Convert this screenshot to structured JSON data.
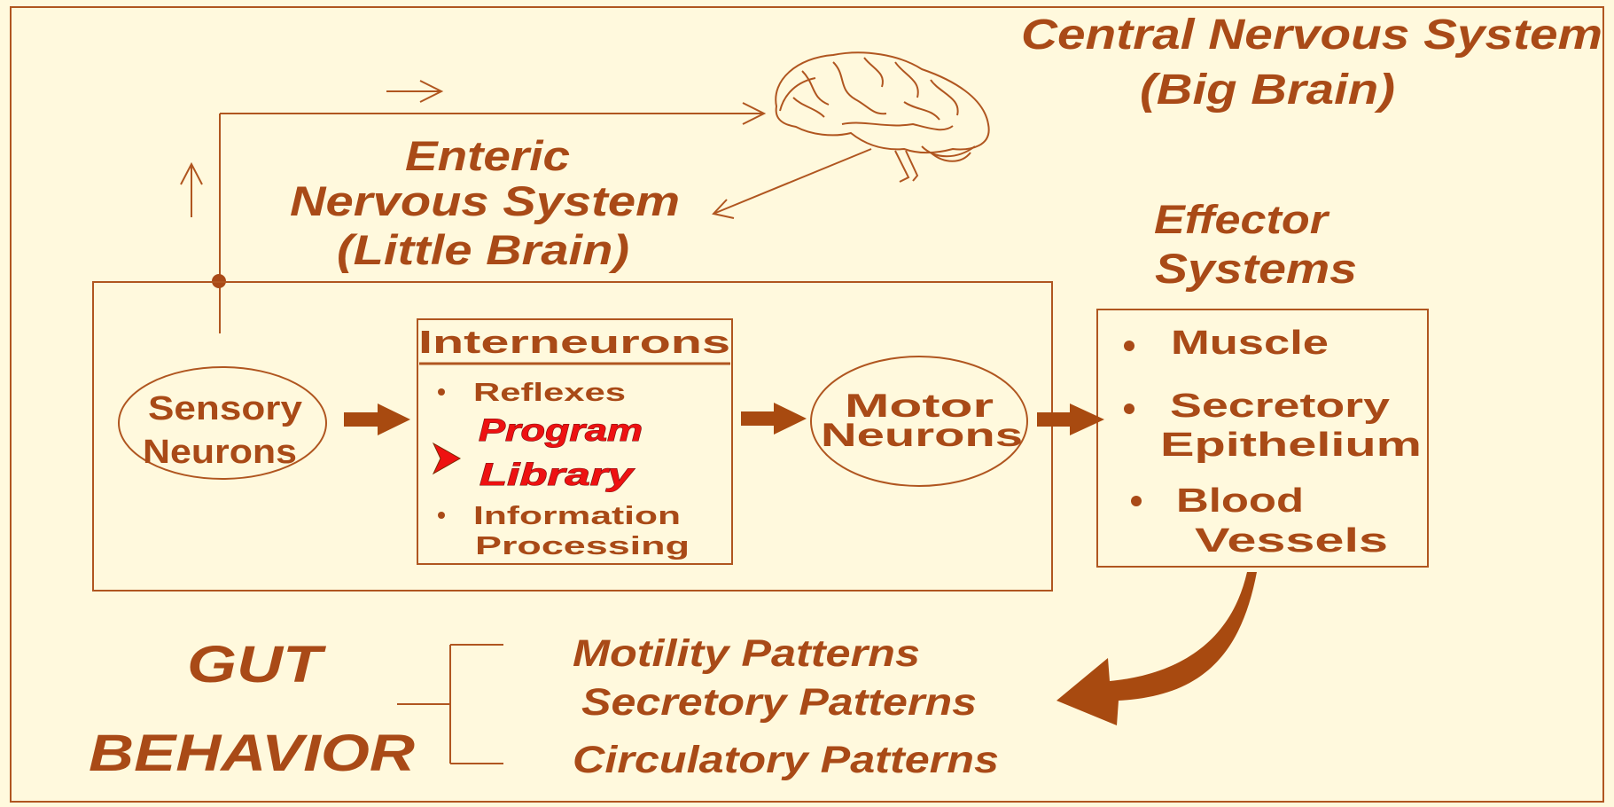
{
  "colors": {
    "background": "#fff9dd",
    "ink": "#a94a17",
    "line": "#b05620",
    "highlight": "#ee1111",
    "arrow": "#a84a10"
  },
  "cns": {
    "line1": "Central Nervous System",
    "line2": "(Big Brain)",
    "icon": "brain-icon"
  },
  "ens": {
    "line1": "Enteric",
    "line2": "Nervous System",
    "line3": "(Little Brain)"
  },
  "effector": {
    "title1": "Effector",
    "title2": "Systems",
    "items": [
      {
        "line1": "Muscle"
      },
      {
        "line1": "Secretory",
        "line2": "Epithelium"
      },
      {
        "line1": "Blood",
        "line2": "Vessels"
      }
    ]
  },
  "sensory": {
    "line1": "Sensory",
    "line2": "Neurons"
  },
  "interneurons": {
    "title": "Interneurons",
    "reflexes": "Reflexes",
    "program1": "Program",
    "program2": "Library",
    "info1": "Information",
    "info2": "Processing"
  },
  "motor": {
    "line1": "Motor",
    "line2": "Neurons"
  },
  "gut": {
    "line1": "GUT",
    "line2": "BEHAVIOR"
  },
  "patterns": [
    "Motility Patterns",
    "Secretory Patterns",
    "Circulatory Patterns"
  ]
}
